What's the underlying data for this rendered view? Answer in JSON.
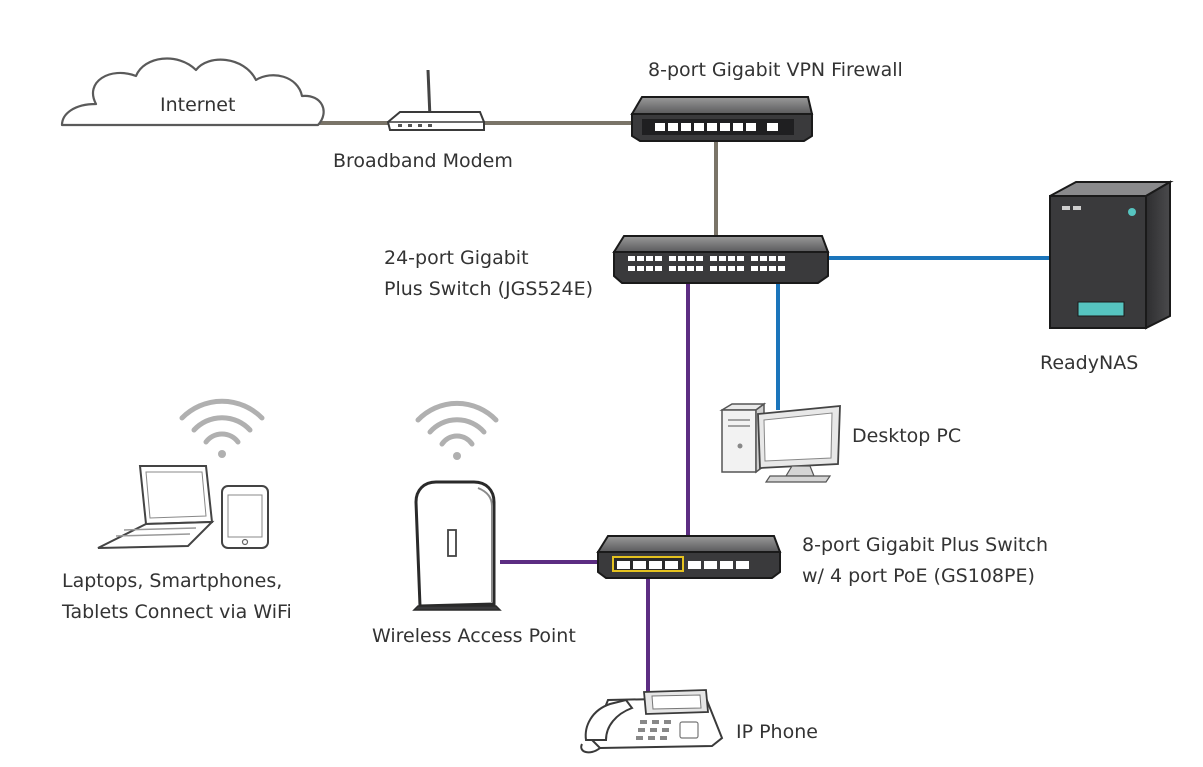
{
  "labels": {
    "internet": "Internet",
    "modem": "Broadband Modem",
    "firewall": "8-port Gigabit VPN Firewall",
    "switch24_line1": "24-port Gigabit",
    "switch24_line2": "Plus Switch (JGS524E)",
    "nas": "ReadyNAS",
    "desktop": "Desktop PC",
    "switch8_line1": "8-port Gigabit Plus Switch",
    "switch8_line2": "w/ 4 port PoE (GS108PE)",
    "wifi_clients_line1": "Laptops, Smartphones,",
    "wifi_clients_line2": "Tablets Connect via WiFi",
    "ap": "Wireless Access Point",
    "phone": "IP Phone"
  },
  "colors": {
    "wan_link": "#7a7468",
    "blue_link": "#1b75bb",
    "purple_link": "#5c2d82",
    "poe_yellow": "#e5c21f",
    "device_dark": "#3a3a3c",
    "device_outline": "#1a1a1a",
    "light_gray": "#d9d9d9"
  }
}
